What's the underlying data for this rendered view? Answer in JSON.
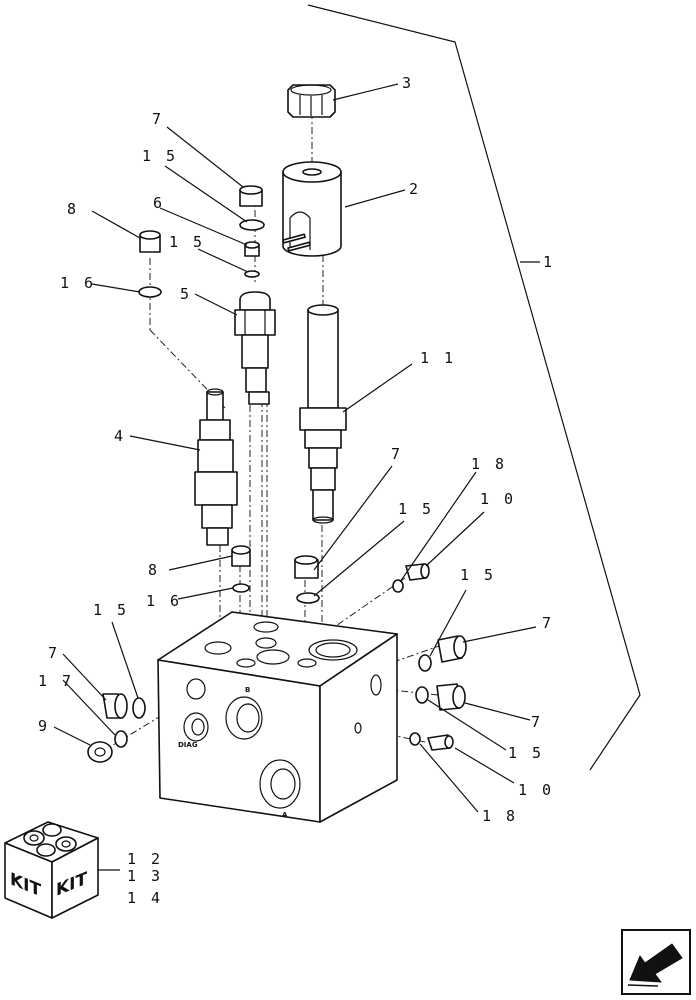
{
  "callouts": {
    "c1": "1",
    "c2": "2",
    "c3": "3",
    "c4": "4",
    "c5": "5",
    "c6": "6",
    "c7a": "7",
    "c7b": "7",
    "c7c": "7",
    "c7d": "7",
    "c7e": "7",
    "c8a": "8",
    "c8b": "8",
    "c9": "9",
    "c10a": "1 0",
    "c10b": "1 0",
    "c11": "1 1",
    "c12": "1 2",
    "c13": "1 3",
    "c14": "1 4",
    "c15a": "1 5",
    "c15b": "1 5",
    "c15c": "1 5",
    "c15d": "1 5",
    "c15e": "1 5",
    "c15f": "1 5",
    "c16a": "1 6",
    "c16b": "1 6",
    "c17": "1 7",
    "c18a": "1 8",
    "c18b": "1 8"
  },
  "port_labels": {
    "b": "B",
    "diag": "DIAG",
    "a": "A"
  },
  "kit": {
    "label_left": "KIT",
    "label_right": "KIT"
  },
  "icons": {
    "nav": "previous-page-arrow-icon"
  }
}
